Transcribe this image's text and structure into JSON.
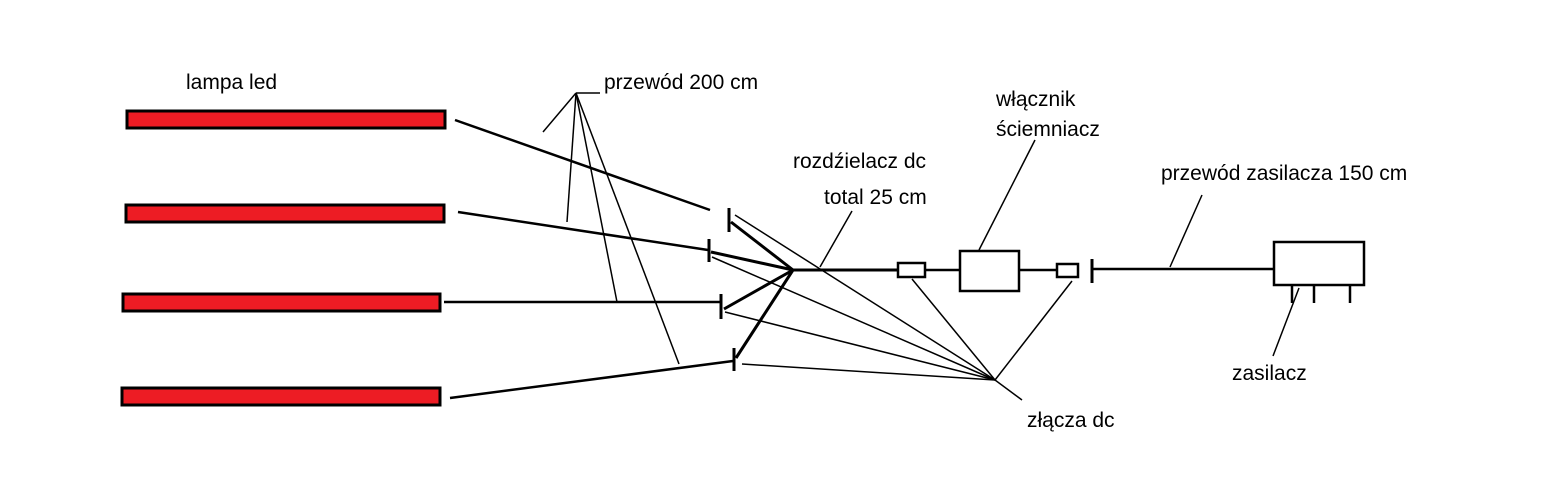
{
  "labels": {
    "lamp": "lampa led",
    "cable_200": "przewód 200 cm",
    "splitter_line1": "rozdźielacz dc",
    "splitter_line2": "total 25 cm",
    "switch_line1": "włącznik",
    "switch_line2": "ściemniacz",
    "supply_cable": "przewód zasilacza 150 cm",
    "connectors": "złącza dc",
    "power_supply": "zasilacz"
  },
  "colors": {
    "lamp_fill": "#ed1c24",
    "line": "#000000",
    "background": "#ffffff"
  },
  "lamp_count": 4
}
